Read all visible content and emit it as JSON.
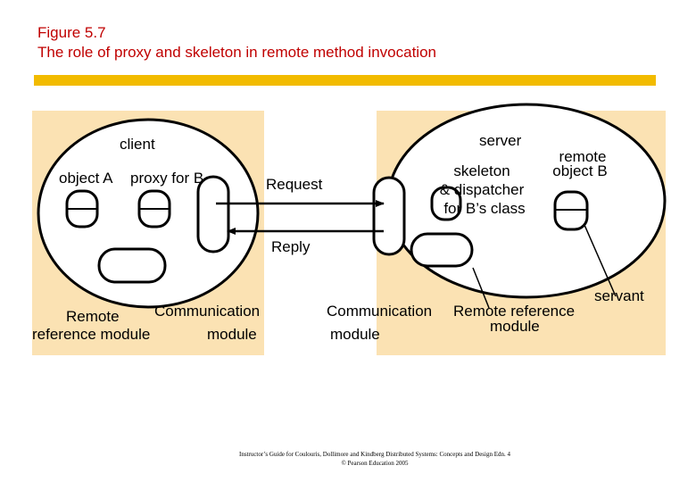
{
  "figure": {
    "number": "Figure 5.7",
    "caption": "The role of proxy and skeleton in remote method invocation"
  },
  "colors": {
    "title": "#c00000",
    "rule": "#f2bb00",
    "panel": "#fbe2b3"
  },
  "labels": {
    "client": "client",
    "object_a": "object A",
    "proxy_for_b": "proxy for B",
    "request": "Request",
    "reply": "Reply",
    "server": "server",
    "skeleton_1": "skeleton",
    "skeleton_2": "& dispatcher",
    "skeleton_3": "for B’s class",
    "remote_object_1": "remote",
    "remote_object_2": "object B",
    "servant": "servant",
    "client_remote_ref_1": "Remote",
    "client_remote_ref_2": "reference module",
    "client_comm_1": "Communication",
    "client_comm_2": "module",
    "server_comm_1": "Communication",
    "server_comm_2": "module",
    "server_remote_ref_1": "Remote reference",
    "server_remote_ref_2": "module"
  },
  "footer": {
    "line1": "Instructor’s Guide for Coulouris, Dollimore and Kindberg Distributed Systems: Concepts and Design Edn. 4",
    "line2": "© Pearson Education 2005"
  }
}
